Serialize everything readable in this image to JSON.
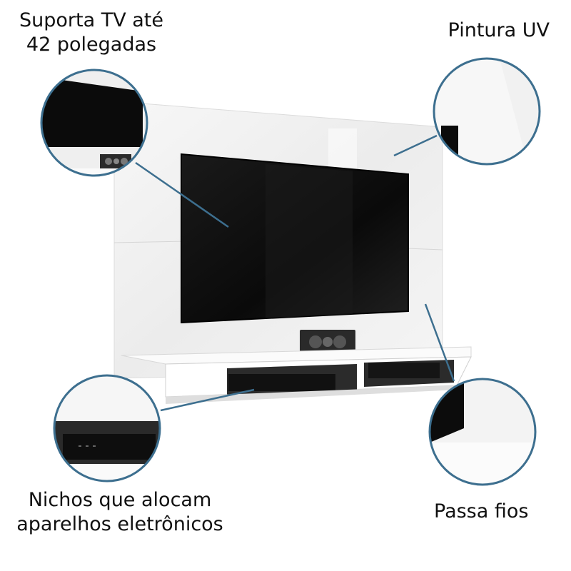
{
  "product": {
    "callouts": {
      "tv_support_line1": "Suporta TV até",
      "tv_support_line2": "42 polegadas",
      "uv_paint": "Pintura UV",
      "niches_line1": "Nichos que alocam",
      "niches_line2": "aparelhos eletrônicos",
      "cable_pass": "Passa fios"
    },
    "colors": {
      "accent_ring": "#3d6f8f",
      "panel_white": "#f2f2f2",
      "tv_black": "#0c0c0c"
    }
  }
}
